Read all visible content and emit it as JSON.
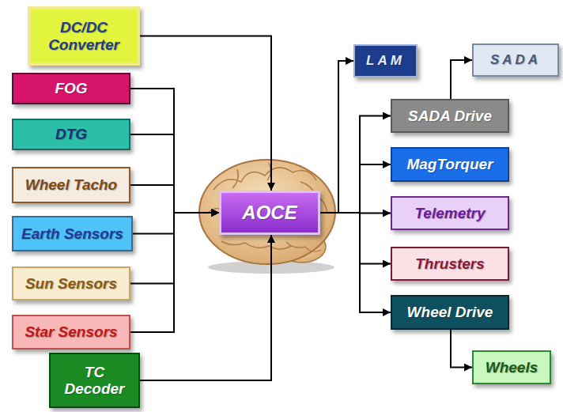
{
  "diagram": {
    "nodes": [
      {
        "text": [
          "DC/DC Converter"
        ]
      },
      {
        "text": [
          "FOG"
        ]
      },
      {
        "text": [
          "DTG"
        ]
      },
      {
        "text": [
          "Wheel Tacho"
        ]
      },
      {
        "text": [
          "Earth Sensors"
        ]
      },
      {
        "text": [
          "Sun Sensors"
        ]
      },
      {
        "text": [
          "Star Sensors"
        ]
      },
      {
        "text": [
          "TC Decoder"
        ]
      },
      {
        "text": [
          "AOCE"
        ]
      },
      {
        "text": [
          "LAM"
        ]
      },
      {
        "text": [
          "SADA"
        ]
      },
      {
        "text": [
          "SADA Drive"
        ]
      },
      {
        "text": [
          "MagTorquer"
        ]
      },
      {
        "text": [
          "Telemetry"
        ]
      },
      {
        "text": [
          "Thrusters"
        ]
      },
      {
        "text": [
          "Wheel Drive"
        ]
      },
      {
        "text": [
          "Wheels"
        ]
      }
    ],
    "edges": [
      {
        "from": 0,
        "to": 8,
        "arrow": "to"
      },
      {
        "from": 1,
        "to": 8,
        "arrow": "to"
      },
      {
        "from": 2,
        "to": 8,
        "arrow": "to"
      },
      {
        "from": 3,
        "to": 8,
        "arrow": "to"
      },
      {
        "from": 4,
        "to": 8,
        "arrow": "to"
      },
      {
        "from": 5,
        "to": 8,
        "arrow": "to"
      },
      {
        "from": 6,
        "to": 8,
        "arrow": "to"
      },
      {
        "from": 7,
        "to": 8,
        "arrow": "to"
      },
      {
        "from": 8,
        "to": 9,
        "arrow": "to"
      },
      {
        "from": 8,
        "to": 11,
        "arrow": "to"
      },
      {
        "from": 8,
        "to": 12,
        "arrow": "to"
      },
      {
        "from": 8,
        "to": 13,
        "arrow": "to"
      },
      {
        "from": 8,
        "to": 14,
        "arrow": "to"
      },
      {
        "from": 8,
        "to": 15,
        "arrow": "to"
      },
      {
        "from": 11,
        "to": 10,
        "arrow": "to"
      },
      {
        "from": 15,
        "to": 16,
        "arrow": "to"
      }
    ]
  }
}
